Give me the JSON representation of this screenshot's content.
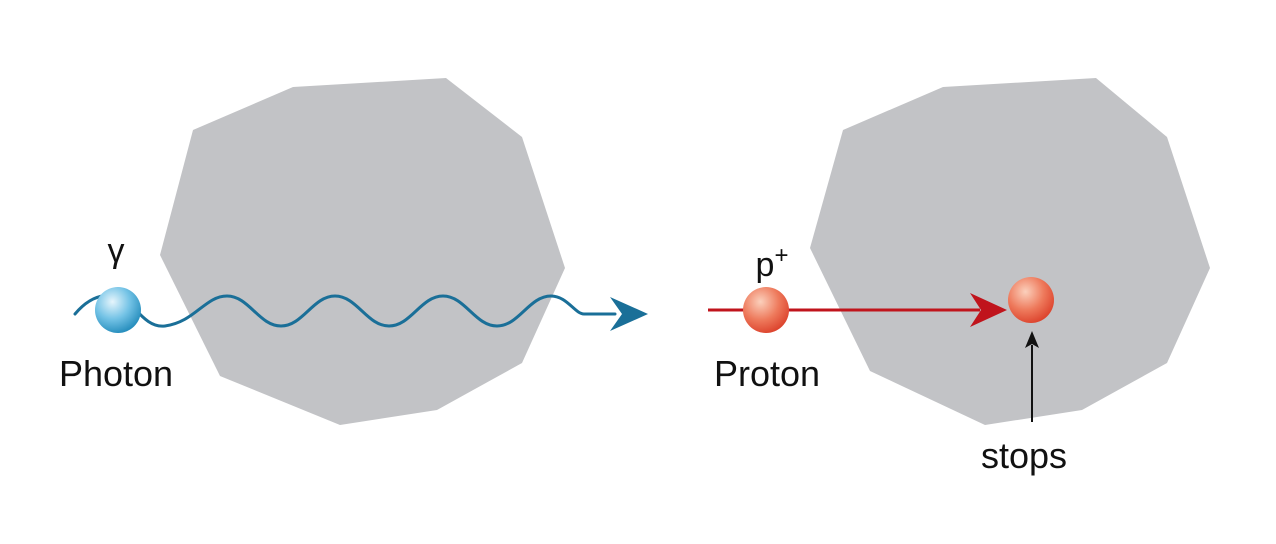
{
  "photon_panel": {
    "symbol": "γ",
    "label": "Photon",
    "particle_color": "#5ab4e0",
    "wave_color": "#1a6f98"
  },
  "proton_panel": {
    "symbol_base": "p",
    "symbol_charge": "+",
    "label": "Proton",
    "annotation": "stops",
    "particle_color": "#e8553f",
    "arrow_color": "#c0141c"
  },
  "colors": {
    "target": "#c2c3c6",
    "annotation_arrow": "#111111"
  }
}
